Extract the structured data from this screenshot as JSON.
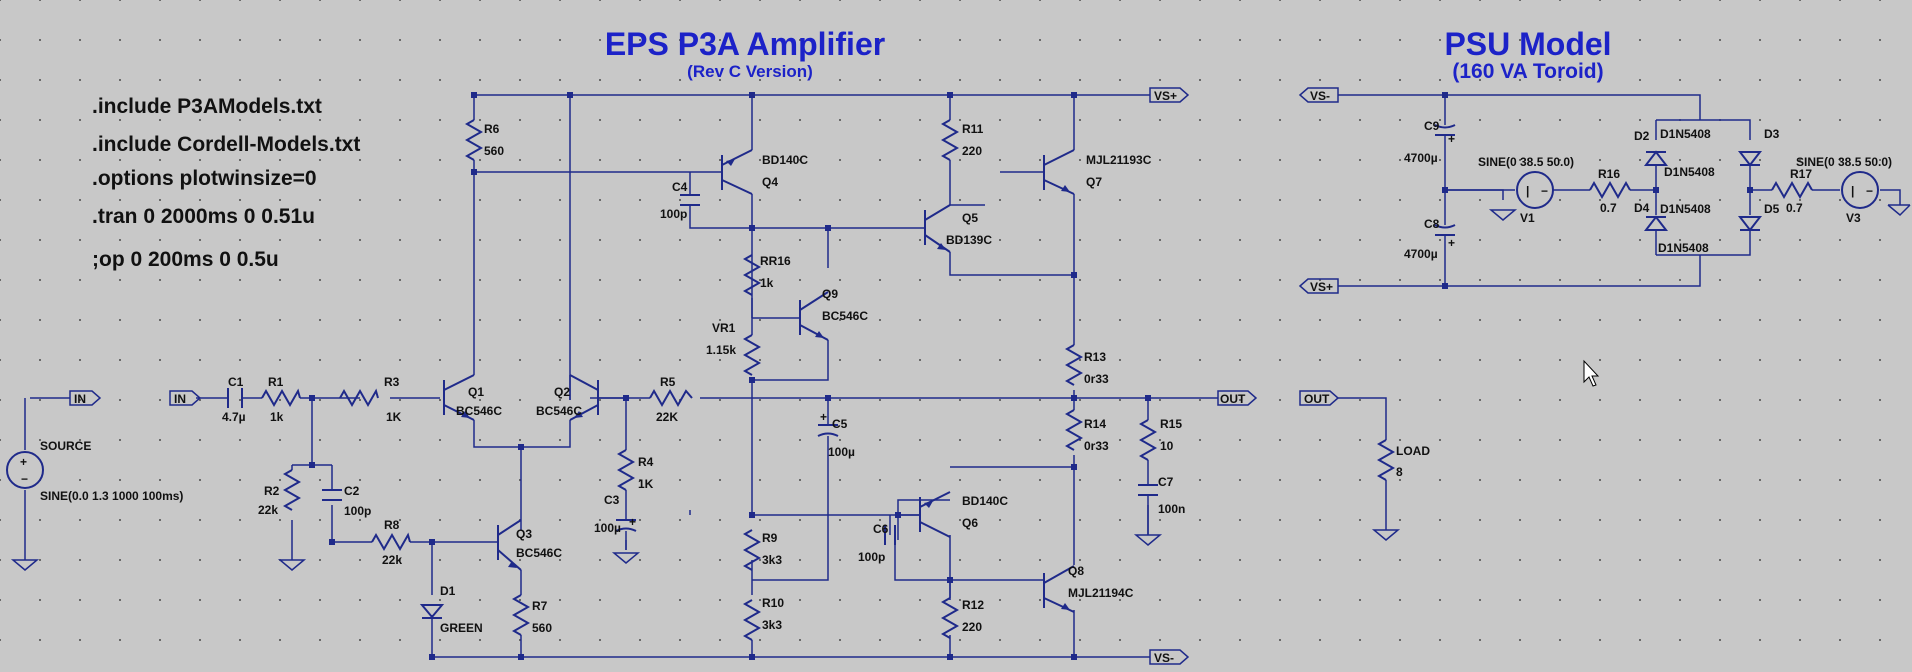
{
  "titles": {
    "amp_title": "EPS P3A Amplifier",
    "amp_subtitle": "(Rev C Version)",
    "psu_title": "PSU Model",
    "psu_subtitle": "(160 VA Toroid)"
  },
  "directives": [
    ".include P3AModels.txt",
    ".include Cordell-Models.txt",
    ".options plotwinsize=0",
    ".tran 0 2000ms 0 0.51u",
    ";op 0 200ms 0 0.5u"
  ],
  "net_labels": {
    "in_source": "IN",
    "in_amp": "IN",
    "out_amp": "OUT",
    "out_load": "OUT",
    "vsp_amp": "VS+",
    "vsm_amp": "VS-",
    "vsm_psu": "VS-",
    "vsp_psu": "VS+"
  },
  "components": {
    "R6": {
      "ref": "R6",
      "value": "560"
    },
    "R11": {
      "ref": "R11",
      "value": "220"
    },
    "Q4": {
      "ref": "Q4",
      "value": "BD140C"
    },
    "Q7": {
      "ref": "Q7",
      "value": "MJL21193C"
    },
    "C4": {
      "ref": "C4",
      "value": "100p"
    },
    "Q5": {
      "ref": "Q5",
      "value": "BD139C"
    },
    "RR16": {
      "ref": "RR16",
      "value": "1k"
    },
    "Q9": {
      "ref": "Q9",
      "value": "BC546C"
    },
    "VR1": {
      "ref": "VR1",
      "value": "1.15k"
    },
    "R13": {
      "ref": "R13",
      "value": "0r33"
    },
    "C1": {
      "ref": "C1",
      "value": "4.7µ"
    },
    "R1": {
      "ref": "R1",
      "value": "1k"
    },
    "R3": {
      "ref": "R3",
      "value": "1K"
    },
    "Q1": {
      "ref": "Q1",
      "value": "BC546C"
    },
    "Q2": {
      "ref": "Q2",
      "value": "BC546C"
    },
    "R5": {
      "ref": "R5",
      "value": "22K"
    },
    "C5": {
      "ref": "C5",
      "value": "100µ"
    },
    "R14": {
      "ref": "R14",
      "value": "0r33"
    },
    "R15": {
      "ref": "R15",
      "value": "10"
    },
    "C7": {
      "ref": "C7",
      "value": "100n"
    },
    "SOURCE": {
      "ref": "SOURCE",
      "value": "SINE(0.0 1.3 1000 100ms)"
    },
    "R2": {
      "ref": "R2",
      "value": "22k"
    },
    "C2": {
      "ref": "C2",
      "value": "100p"
    },
    "R4": {
      "ref": "R4",
      "value": "1K"
    },
    "C3": {
      "ref": "C3",
      "value": "100µ"
    },
    "R8": {
      "ref": "R8",
      "value": "22k"
    },
    "Q3": {
      "ref": "Q3",
      "value": "BC546C"
    },
    "D1": {
      "ref": "D1",
      "value": "GREEN"
    },
    "R7": {
      "ref": "R7",
      "value": "560"
    },
    "R9": {
      "ref": "R9",
      "value": "3k3"
    },
    "R10": {
      "ref": "R10",
      "value": "3k3"
    },
    "C6": {
      "ref": "C6",
      "value": "100p"
    },
    "Q6": {
      "ref": "Q6",
      "value": "BD140C"
    },
    "Q8": {
      "ref": "Q8",
      "value": "MJL21194C"
    },
    "R12": {
      "ref": "R12",
      "value": "220"
    },
    "C9": {
      "ref": "C9",
      "value": "4700µ"
    },
    "C8": {
      "ref": "C8",
      "value": "4700µ"
    },
    "V1": {
      "ref": "V1",
      "value": "SINE(0 38.5 50.0)"
    },
    "R16": {
      "ref": "R16",
      "value": "0.7"
    },
    "D2": {
      "ref": "D2",
      "value": "D1N5408"
    },
    "D3": {
      "ref": "D3",
      "value": "D1N5408"
    },
    "D4": {
      "ref": "D4",
      "value": "D1N5408"
    },
    "D5": {
      "ref": "D5",
      "value": "D1N5408"
    },
    "R17": {
      "ref": "R17",
      "value": "0.7"
    },
    "V3": {
      "ref": "V3",
      "value": "SINE(0 38.5 50.0)"
    },
    "LOAD": {
      "ref": "LOAD",
      "value": "8"
    }
  },
  "colors": {
    "wire": "#1f2a8a",
    "title": "#1c22c8",
    "background": "#c8c8c8"
  }
}
